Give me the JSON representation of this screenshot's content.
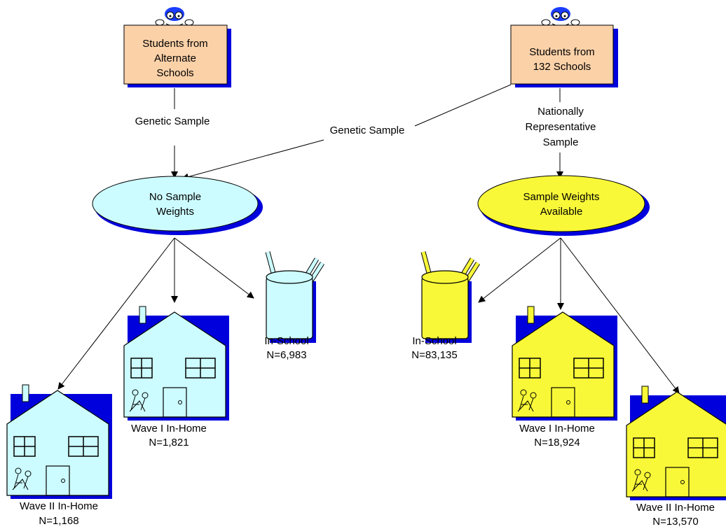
{
  "left_source": {
    "line1": "Students from",
    "line2": "Alternate",
    "line3": "Schools"
  },
  "right_source": {
    "line1": "Students from",
    "line2": "132 Schools"
  },
  "edges": {
    "genetic_left": "Genetic Sample",
    "genetic_cross": "Genetic Sample",
    "national_line1": "Nationally",
    "national_line2": "Representative",
    "national_line3": "Sample"
  },
  "left_node": {
    "line1": "No Sample",
    "line2": "Weights"
  },
  "right_node": {
    "line1": "Sample Weights",
    "line2": "Available"
  },
  "left_outputs": {
    "in_school": {
      "label": "In-School",
      "n": "N=6,983"
    },
    "wave1": {
      "label": "Wave I In-Home",
      "n": "N=1,821"
    },
    "wave2": {
      "label": "Wave II  In-Home",
      "n": "N=1,168"
    }
  },
  "right_outputs": {
    "in_school": {
      "label": "In-School",
      "n": "N=83,135"
    },
    "wave1": {
      "label": "Wave I In-Home",
      "n": "N=18,924"
    },
    "wave2": {
      "label": "Wave II  In-Home",
      "n": "N=13,570"
    }
  },
  "colors": {
    "source_fill": "#fbd1a8",
    "left_fill": "#ccfcff",
    "right_fill": "#f8f838",
    "shadow": "#0000dd"
  }
}
